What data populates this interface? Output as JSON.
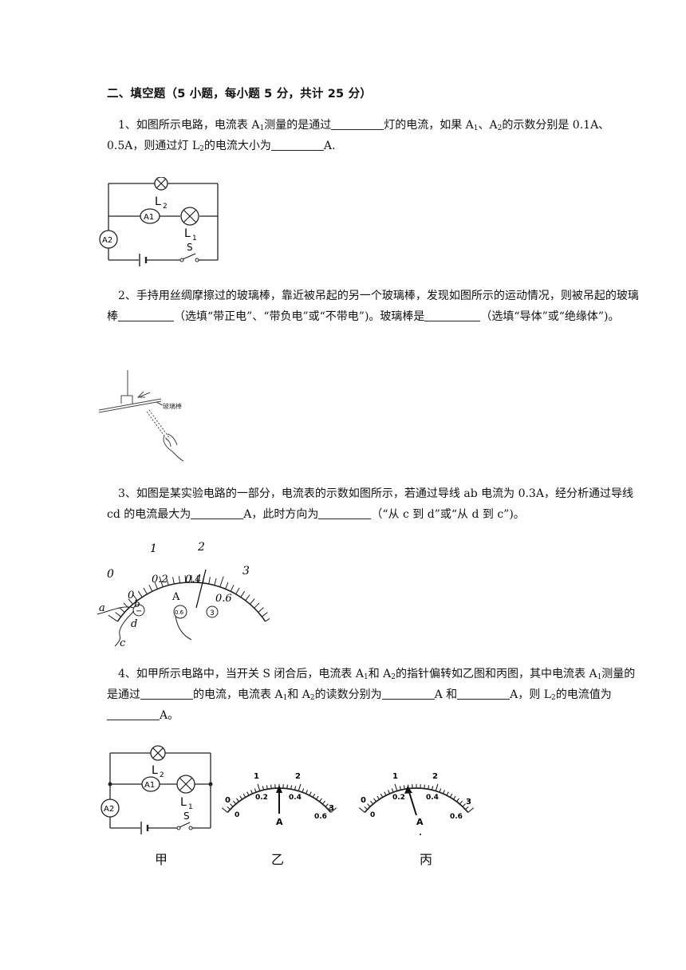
{
  "section": {
    "title": "二、填空题（5 小题，每小题 5 分，共计 25 分）"
  },
  "questions": [
    {
      "p1": "1、如图所示电路，电流表 A",
      "p1_sub": "1",
      "p2": "测量的是通过",
      "p3": "灯的电流，如果 A",
      "p3_sub1": "1",
      "p4": "、A",
      "p4_sub": "2",
      "p5": "的示数分别是 0.1A、0.5A，则通过灯 L",
      "p5_sub": "2",
      "p6": "的电流大小为",
      "p7": "A."
    },
    {
      "p1": "2、手持用丝绸摩擦过的玻璃棒，靠近被吊起的另一个玻璃棒，发现如图所示的运动情况，则被吊起的玻璃棒",
      "p2": "（选填“带正电”、“带负电”或“不带电”)。玻璃棒是",
      "p3": "（选填“导体”或“绝缘体”)。"
    },
    {
      "p1": "3、如图是某实验电路的一部分，电流表的示数如图所示，若通过导线 ab 电流为 0.3A，经分析通过导线 cd 的电流最大为",
      "p2": "A，此时方向为",
      "p3": "（“从 c 到 d”或“从 d 到 c”)。"
    },
    {
      "p1": "4、如甲所示电路中，当开关 S 闭合后，电流表 A",
      "p1_sub": "1",
      "p2": "和 A",
      "p2_sub": "2",
      "p3": "的指针偏转如乙图和丙图，其中电流表 A",
      "p3_sub": "1",
      "p4": "测量的是通过",
      "p5": "的电流，电流表 A",
      "p5_sub": "1",
      "p6": "和 A",
      "p6_sub": "2",
      "p7": "的读数分别为",
      "p8": "A 和",
      "p9": "A，则 L",
      "p9_sub": "2",
      "p10": "的电流值为",
      "p11": "A。"
    }
  ],
  "figures": {
    "circuit": {
      "L2": "L",
      "L2_sub": "2",
      "L1": "L",
      "L1_sub": "1",
      "A1": "A1",
      "A2": "A2",
      "S": "S"
    },
    "rod": {
      "label": "玻璃棒"
    },
    "meter": {
      "top_labels": [
        "0",
        "1",
        "2",
        "3"
      ],
      "bottom_labels": [
        "0",
        "0.2",
        "0.4",
        "0.6"
      ],
      "unit": "A",
      "terminal_minus": "−",
      "terminal_06": "0.6",
      "terminal_3": "3",
      "wire_a": "a",
      "wire_b": "b",
      "wire_c": "c",
      "wire_d": "d"
    },
    "captions": [
      "甲",
      "乙",
      "丙"
    ]
  }
}
